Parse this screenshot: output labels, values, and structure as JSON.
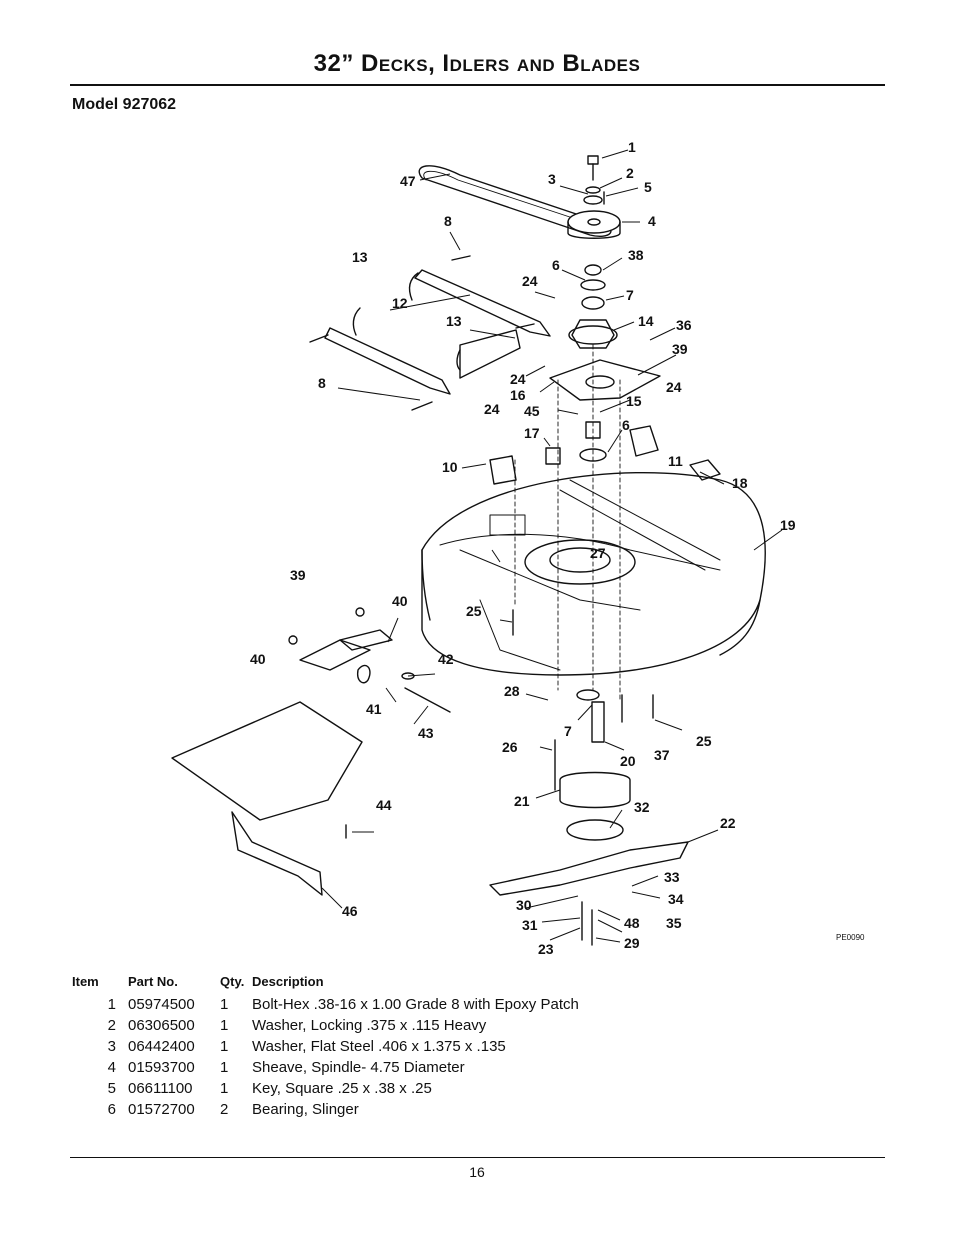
{
  "page": {
    "title": "32” Decks, Idlers and Blades",
    "model": "Model 927062",
    "page_number": "16"
  },
  "diagram": {
    "figure_code": "PE0090",
    "callouts": [
      "1",
      "2",
      "3",
      "4",
      "5",
      "47",
      "8",
      "38",
      "6",
      "13",
      "24",
      "7",
      "12",
      "14",
      "36",
      "13",
      "39",
      "8",
      "24",
      "16",
      "24",
      "45",
      "15",
      "6",
      "17",
      "24",
      "11",
      "10",
      "18",
      "19",
      "27",
      "39",
      "40",
      "25",
      "42",
      "40",
      "41",
      "43",
      "28",
      "7",
      "25",
      "26",
      "37",
      "20",
      "21",
      "32",
      "22",
      "44",
      "33",
      "34",
      "30",
      "48",
      "35",
      "31",
      "29",
      "23",
      "46"
    ]
  },
  "parts_table": {
    "headers": {
      "item": "Item",
      "part_no": "Part No.",
      "qty": "Qty.",
      "description": "Description"
    },
    "rows": [
      {
        "item": "1",
        "part_no": "05974500",
        "qty": "1",
        "description": "Bolt-Hex .38-16 x 1.00 Grade 8 with Epoxy Patch"
      },
      {
        "item": "2",
        "part_no": "06306500",
        "qty": "1",
        "description": "Washer, Locking .375 x .115 Heavy"
      },
      {
        "item": "3",
        "part_no": "06442400",
        "qty": "1",
        "description": "Washer, Flat Steel .406 x 1.375 x .135"
      },
      {
        "item": "4",
        "part_no": "01593700",
        "qty": "1",
        "description": "Sheave, Spindle- 4.75 Diameter"
      },
      {
        "item": "5",
        "part_no": "06611100",
        "qty": "1",
        "description": "Key, Square .25  x  .38  x  .25"
      },
      {
        "item": "6",
        "part_no": "01572700",
        "qty": "2",
        "description": "Bearing, Slinger"
      }
    ]
  }
}
